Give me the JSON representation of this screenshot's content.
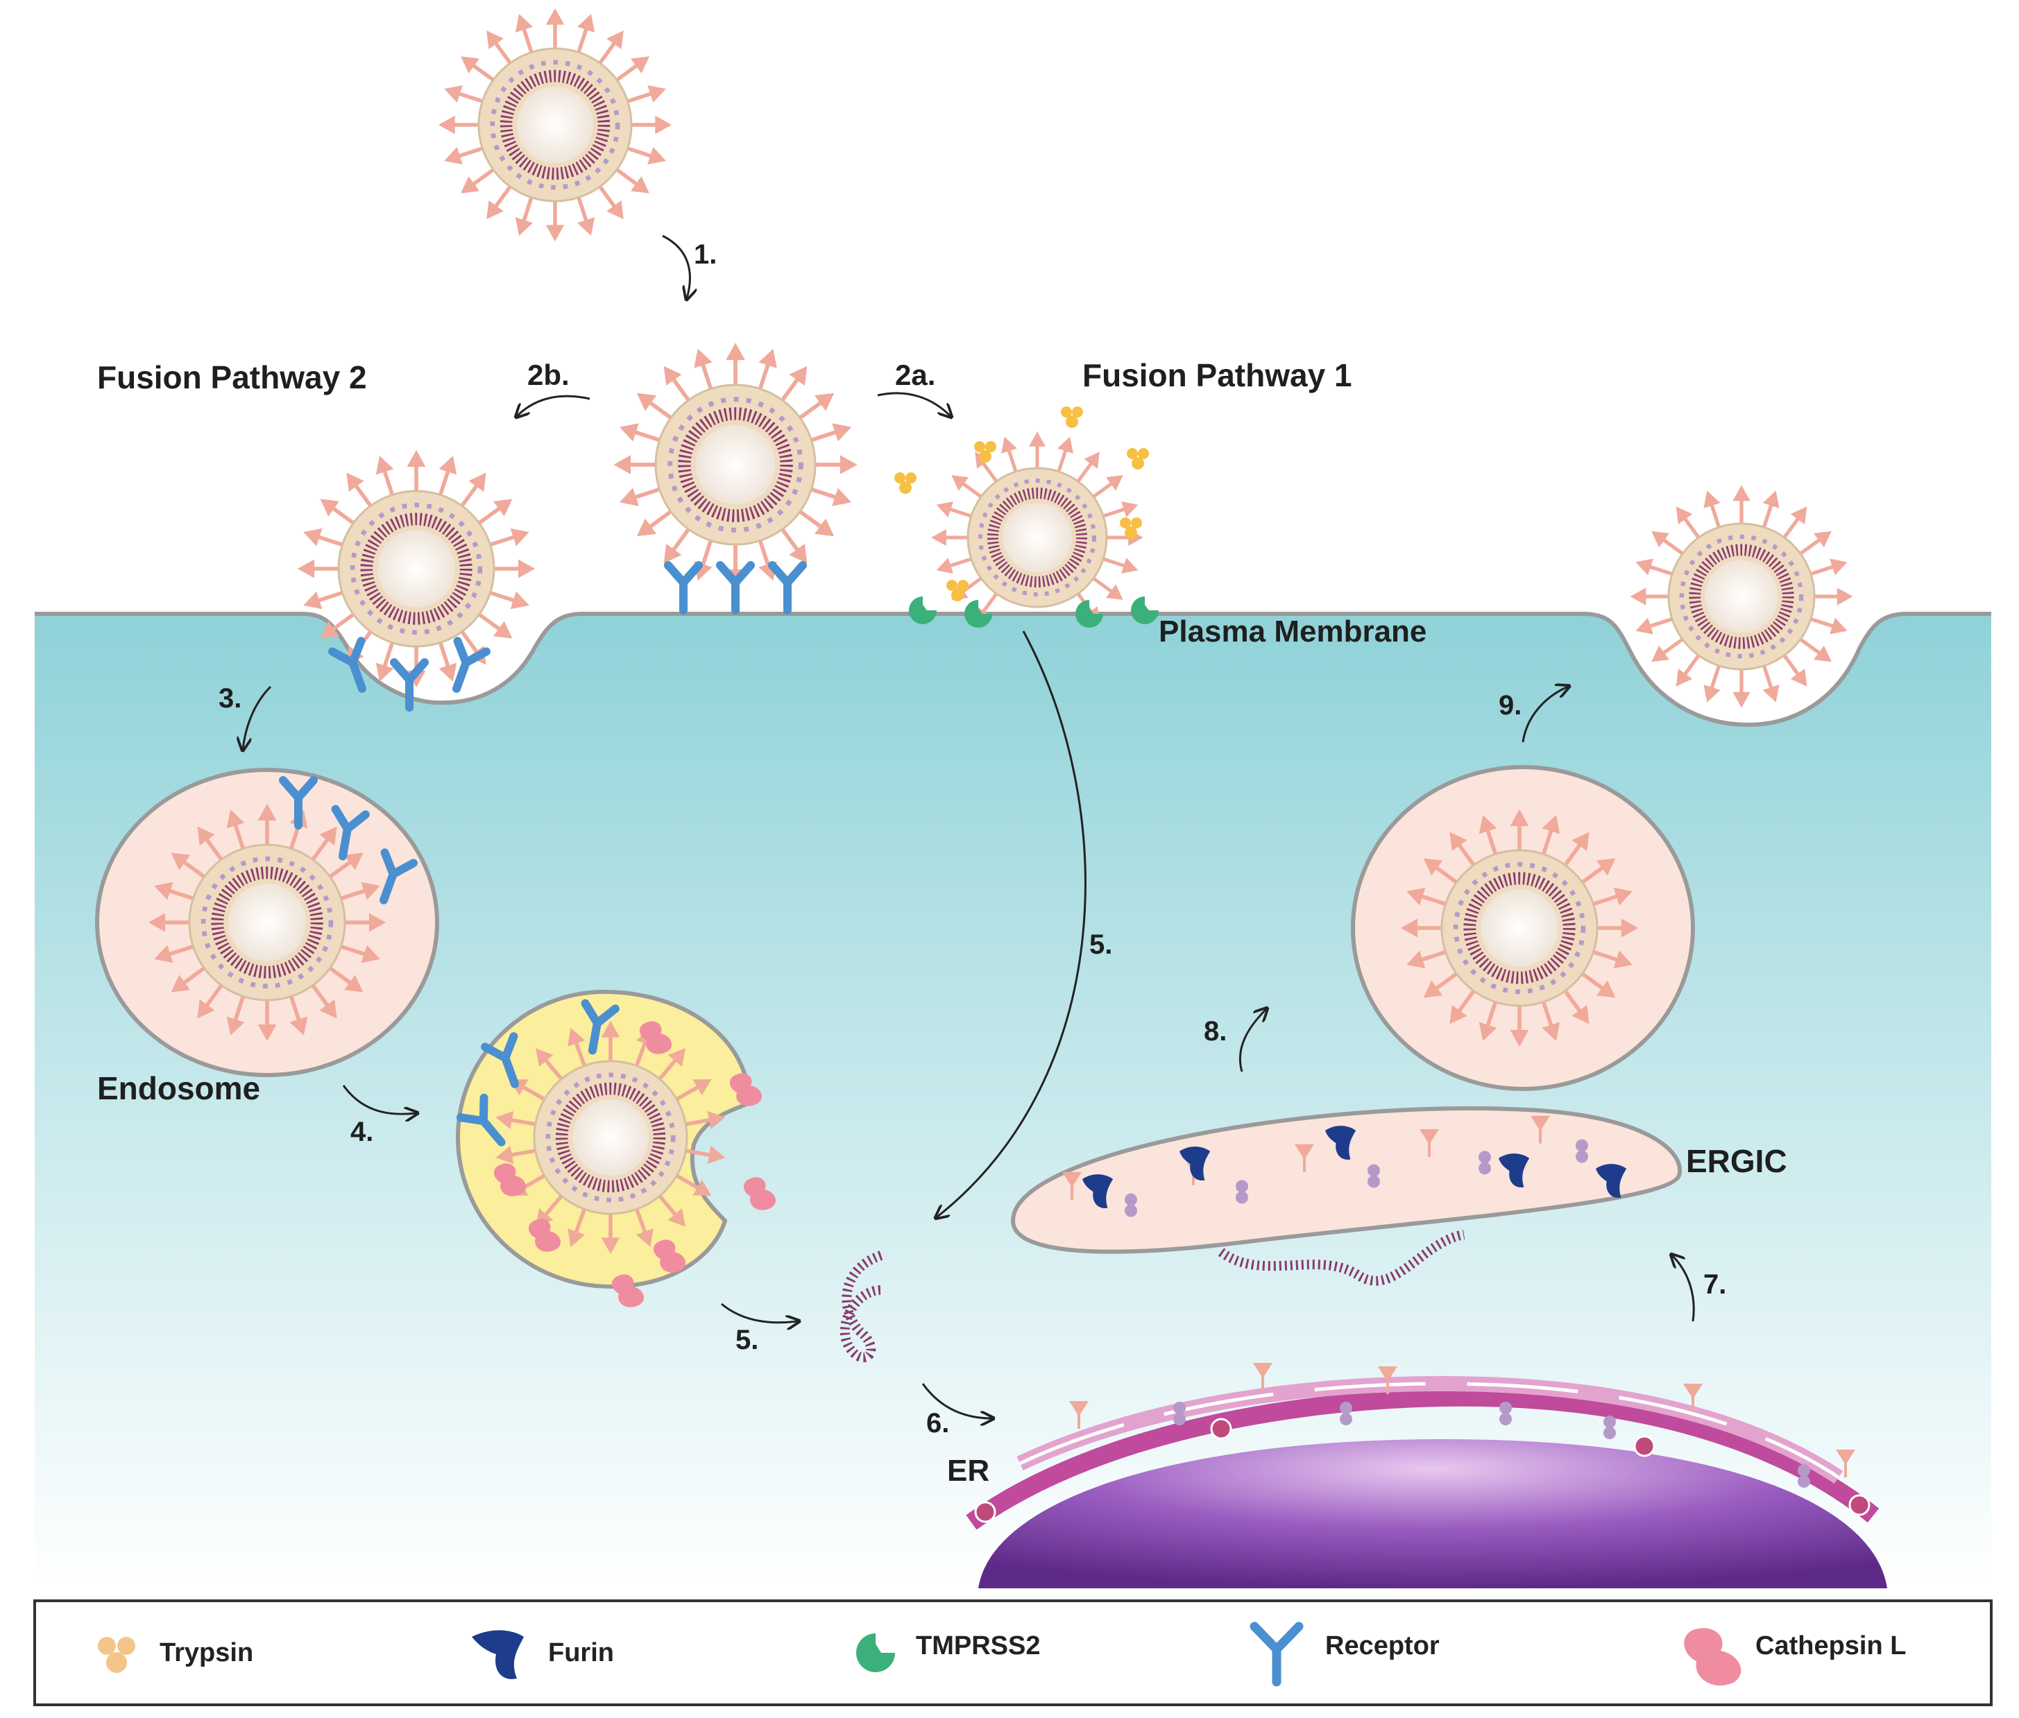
{
  "labels": {
    "fusion_pathway_2": "Fusion Pathway 2",
    "fusion_pathway_1": "Fusion Pathway 1",
    "plasma_membrane": "Plasma Membrane",
    "endosome": "Endosome",
    "ergic": "ERGIC",
    "er": "ER"
  },
  "steps": {
    "s1": "1.",
    "s2a": "2a.",
    "s2b": "2b.",
    "s3": "3.",
    "s4": "4.",
    "s5a": "5.",
    "s5b": "5.",
    "s6": "6.",
    "s7": "7.",
    "s8": "8.",
    "s9": "9."
  },
  "legend": {
    "trypsin": "Trypsin",
    "furin": "Furin",
    "tmprss2": "TMPRSS2",
    "receptor": "Receptor",
    "cathepsin": "Cathepsin L"
  },
  "colors": {
    "cytoplasm_top": "#8fd2d8",
    "cytoplasm_bottom": "#ffffff",
    "spike": "#f0a99a",
    "envelope": "#e8d8b8",
    "rna": "#8a3c6e",
    "receptor": "#4a8fd0",
    "trypsin": "#f6c044",
    "furin": "#1d3c8c",
    "tmprss2": "#3bb07a",
    "cathepsin": "#f08ca0",
    "endosome_fill": "#fbe4dc",
    "lysosome_fill": "#fbeea0",
    "nucleus": "#7a3fa0",
    "er": "#c04a9c"
  }
}
